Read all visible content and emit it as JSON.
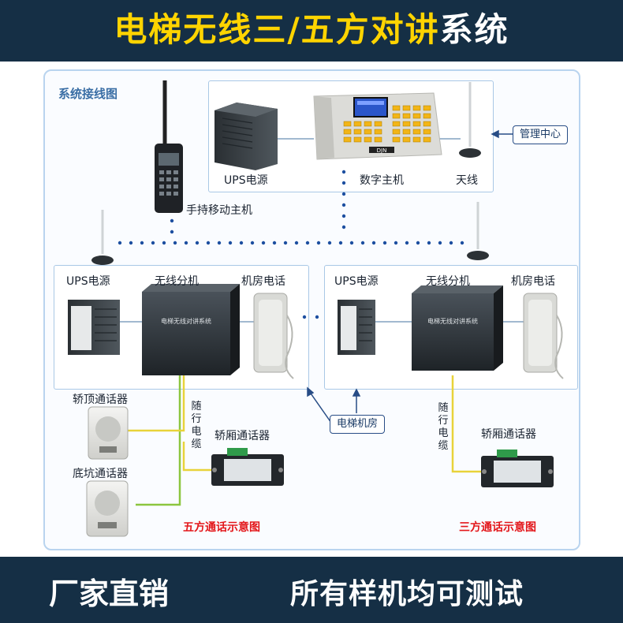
{
  "banner": {
    "title_main": "电梯无线三/五方对讲",
    "title_accent": "系统",
    "left_slogan": "厂家直销",
    "right_slogan": "所有样机均可测试"
  },
  "diagram": {
    "heading": "系统接线图",
    "management_center": "管理中心",
    "top": {
      "ups": "UPS电源",
      "main_unit": "数字主机",
      "antenna": "天线",
      "handheld": "手持移动主机",
      "main_unit_brand": "DJN"
    },
    "machine_room_tag": "电梯机房",
    "left_room": {
      "ups": "UPS电源",
      "wireless_unit": "无线分机",
      "phone": "机房电话",
      "car_top": "轿顶通话器",
      "pit": "底坑通话器",
      "cable": "随行电缆",
      "car": "轿厢通话器",
      "caption": "五方通话示意图",
      "device_text": "电梯无线对讲系统"
    },
    "right_room": {
      "ups": "UPS电源",
      "wireless_unit": "无线分机",
      "phone": "机房电话",
      "cable": "随行电缆",
      "car": "轿厢通话器",
      "caption": "三方通话示意图",
      "device_text": "电梯无线对讲系统"
    },
    "colors": {
      "banner_bg": "#152f45",
      "title_yellow": "#ffd400",
      "wireless_dots": "#1d4fa0",
      "cable_yellow": "#e8d33a",
      "cable_green": "#8cc63f",
      "caption_red": "#e3161a"
    }
  }
}
